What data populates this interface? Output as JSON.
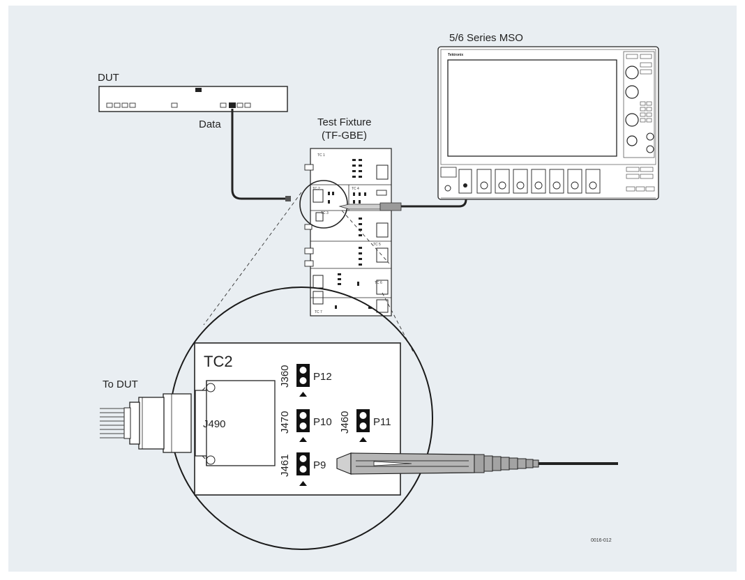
{
  "labels": {
    "dut": "DUT",
    "data": "Data",
    "fixture_line1": "Test Fixture",
    "fixture_line2": "(TF-GBE)",
    "scope": "5/6 Series MSO",
    "scope_brand": "Tektronix",
    "to_dut": "To DUT",
    "tc2": "TC2",
    "j490": "J490",
    "j360": "J360",
    "p12": "P12",
    "j470": "J470",
    "p10": "P10",
    "j460": "J460",
    "p11": "P11",
    "j461": "J461",
    "p9": "P9",
    "figure_id": "0016-012"
  },
  "fixture_sections": [
    "TC 1",
    "TC 2",
    "TC 4",
    "TC 3",
    "TC 5",
    "TC 6",
    "TC 7"
  ],
  "colors": {
    "background": "#e9eef2",
    "line": "#1a1a1a",
    "panel": "#ffffff",
    "cable": "#222222",
    "probe_gray": "#b5b5b5"
  }
}
